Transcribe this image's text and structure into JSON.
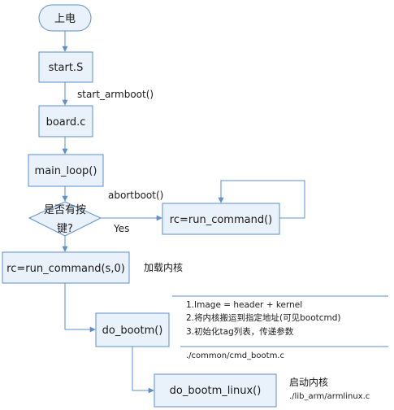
{
  "nodes": {
    "start": "上电",
    "start_s": "start.S",
    "board_c": "board.c",
    "main_loop": "main_loop()",
    "decision_line1": "是否有按",
    "decision_line2": "键?",
    "rc_run_command": "rc=run_command()",
    "rc_run_command_s0": "rc=run_command(s,0)",
    "do_bootm": "do_bootm()",
    "do_bootm_linux": "do_bootm_linux()"
  },
  "labels": {
    "start_armboot": "start_armboot()",
    "abortboot": "abortboot()",
    "yes": "Yes",
    "load_kernel": "加载内核",
    "boot_kernel": "启动内核",
    "armlinux_path": "./lib_arm/armlinux.c"
  },
  "note": {
    "lines": [
      "1.Image = header + kernel",
      "2.将内核搬运到指定地址(可见bootcmd)",
      "3.初始化tag列表，传递参数"
    ],
    "path": "./common/cmd_bootm.c"
  },
  "colors": {
    "box_fill": "#e9f1fb",
    "box_stroke": "#5b8fd0",
    "arrow": "#5b8fd0"
  }
}
